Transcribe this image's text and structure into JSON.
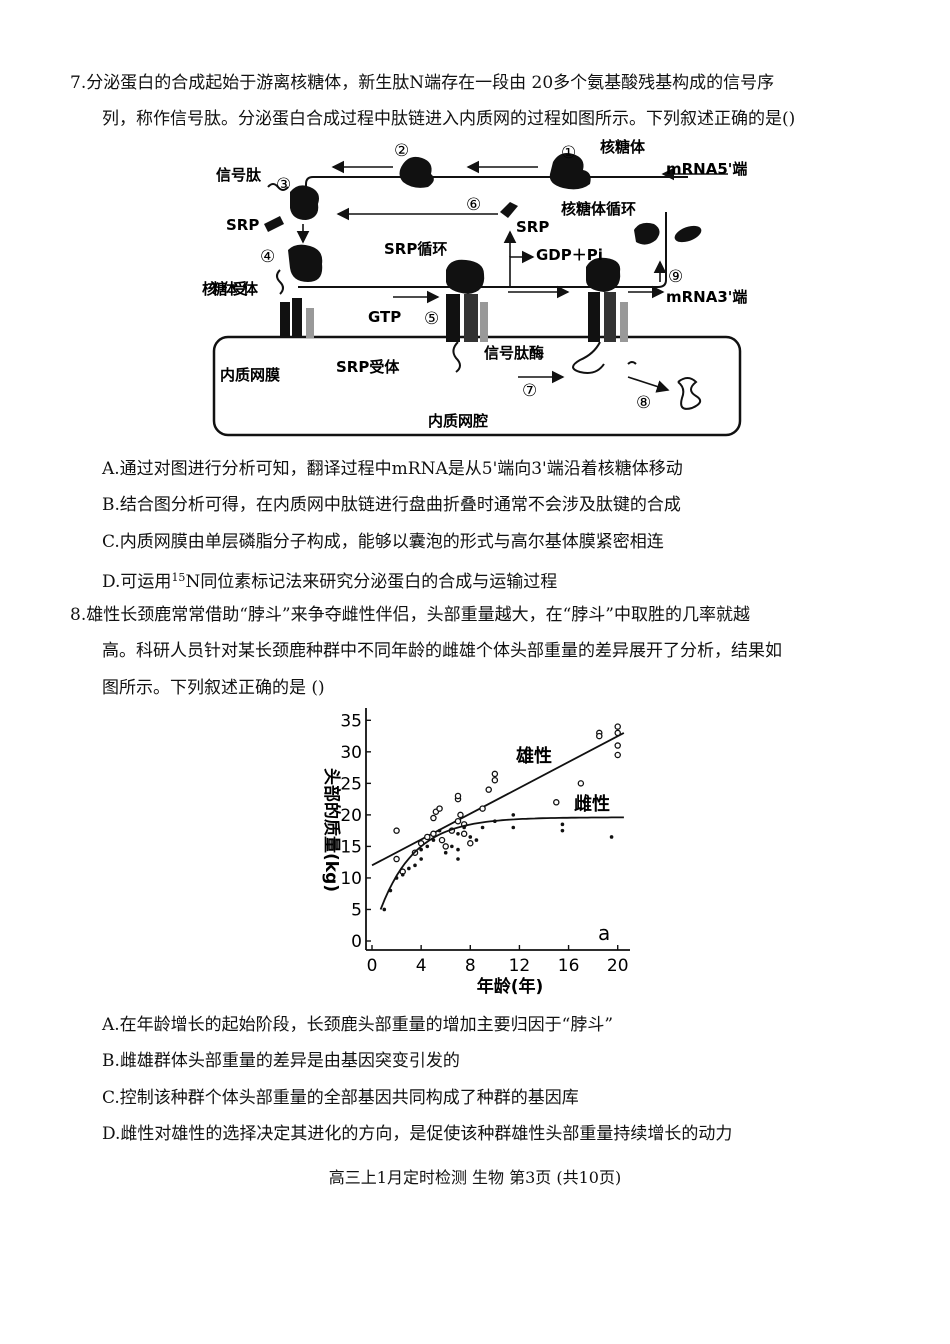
{
  "q7": {
    "stem_line1": "7.分泌蛋白的合成起始于游离核糖体，新生肽N端存在一段由 20多个氨基酸残基构成的信号序",
    "stem_line2": "列，称作信号肽。分泌蛋白合成过程中肽链进入内质网的过程如图所示。下列叙述正确的是()",
    "diagram": {
      "labels": {
        "ribosome": "核糖体",
        "mrna5": "mRNA5'端",
        "ribosome_cycle": "核糖体循环",
        "signal_peptide": "信号肽",
        "srp_left": "SRP",
        "srp_right": "SRP",
        "srp_cycle": "SRP循环",
        "gdp_pi": "GDP＋Pi",
        "ribosome_receptor": "核糖体受体",
        "gtp": "GTP",
        "mrna3": "mRNA3'端",
        "signal_peptidase": "信号肽酶",
        "er_membrane": "内质网膜",
        "srp_receptor": "SRP受体",
        "er_lumen": "内质网腔"
      },
      "steps": [
        "①",
        "②",
        "③",
        "④",
        "⑤",
        "⑥",
        "⑦",
        "⑧",
        "⑨"
      ]
    },
    "options": {
      "A": "A.通过对图进行分析可知，翻译过程中mRNA是从5'端向3'端沿着核糖体移动",
      "B": "B.结合图分析可得，在内质网中肽链进行盘曲折叠时通常不会涉及肽键的合成",
      "C": "C.内质网膜由单层磷脂分子构成，能够以囊泡的形式与高尔基体膜紧密相连",
      "D_pre": "D.可运用",
      "D_sup": "15",
      "D_post": "N同位素标记法来研究分泌蛋白的合成与运输过程"
    }
  },
  "q8": {
    "stem_line1": "8.雄性长颈鹿常常借助“脖斗”来争夺雌性伴侣，头部重量越大，在“脖斗”中取胜的几率就越",
    "stem_line2": "高。科研人员针对某长颈鹿种群中不同年龄的雌雄个体头部重量的差异展开了分析，结果如",
    "stem_line3": "图所示。下列叙述正确的是 ()",
    "options": {
      "A": "A.在年龄增长的起始阶段，长颈鹿头部重量的增加主要归因于“脖斗”",
      "B": "B.雌雄群体头部重量的差异是由基因突变引发的",
      "C": "C.控制该种群个体头部重量的全部基因共同构成了种群的基因库",
      "D": "D.雌性对雄性的选择决定其进化的方向，是促使该种群雄性头部重量持续增长的动力"
    }
  },
  "chart_data": {
    "type": "scatter",
    "xlabel": "年龄(年)",
    "ylabel": "头部的质量(kg)",
    "panel_label": "a",
    "xlim": [
      0,
      21
    ],
    "ylim": [
      0,
      36
    ],
    "xticks": [
      0,
      4,
      8,
      12,
      16,
      20
    ],
    "yticks": [
      0,
      5,
      10,
      15,
      20,
      25,
      30,
      35
    ],
    "grid": false,
    "series": [
      {
        "name": "雄性",
        "marker": "open-circle",
        "points": [
          [
            2,
            17.5
          ],
          [
            2,
            13
          ],
          [
            2.5,
            11
          ],
          [
            3.5,
            14
          ],
          [
            4,
            15.5
          ],
          [
            4.5,
            16.5
          ],
          [
            5,
            17
          ],
          [
            5,
            19.5
          ],
          [
            5.2,
            20.5
          ],
          [
            5.5,
            21
          ],
          [
            5.7,
            16
          ],
          [
            6,
            15
          ],
          [
            6.5,
            17.5
          ],
          [
            7,
            19
          ],
          [
            7,
            22.5
          ],
          [
            7,
            23
          ],
          [
            7.2,
            20
          ],
          [
            7.5,
            17
          ],
          [
            7.5,
            18.5
          ],
          [
            8,
            15.5
          ],
          [
            9,
            21
          ],
          [
            9.5,
            24
          ],
          [
            10,
            25.5
          ],
          [
            10,
            26.5
          ],
          [
            15,
            22
          ],
          [
            17,
            25
          ],
          [
            18.5,
            33
          ],
          [
            18.5,
            32.5
          ],
          [
            20,
            34
          ],
          [
            20,
            33
          ],
          [
            20,
            31
          ],
          [
            20,
            29.5
          ]
        ],
        "trend": {
          "from": [
            0,
            12
          ],
          "to": [
            20.5,
            33
          ]
        }
      },
      {
        "name": "雌性",
        "marker": "dot",
        "points": [
          [
            1,
            5
          ],
          [
            1.5,
            8
          ],
          [
            2,
            10
          ],
          [
            2.5,
            10.5
          ],
          [
            3,
            11.5
          ],
          [
            3.5,
            12
          ],
          [
            4,
            13
          ],
          [
            4,
            14.5
          ],
          [
            4.5,
            15
          ],
          [
            5,
            16
          ],
          [
            5.5,
            17.5
          ],
          [
            6,
            14
          ],
          [
            6.5,
            15
          ],
          [
            7,
            13
          ],
          [
            7,
            14.5
          ],
          [
            7,
            17
          ],
          [
            7.5,
            18
          ],
          [
            8,
            16.5
          ],
          [
            8.5,
            16
          ],
          [
            9,
            18
          ],
          [
            10,
            19
          ],
          [
            11.5,
            20
          ],
          [
            11.5,
            18
          ],
          [
            15.5,
            18.5
          ],
          [
            15.5,
            17.5
          ],
          [
            19.5,
            16.5
          ]
        ],
        "trend": {
          "shape": "log-rise",
          "start": [
            0.7,
            5
          ],
          "end": [
            20.5,
            19.6
          ]
        }
      }
    ]
  },
  "footer": "高三上1月定时检测 生物 第3页 (共10页)"
}
